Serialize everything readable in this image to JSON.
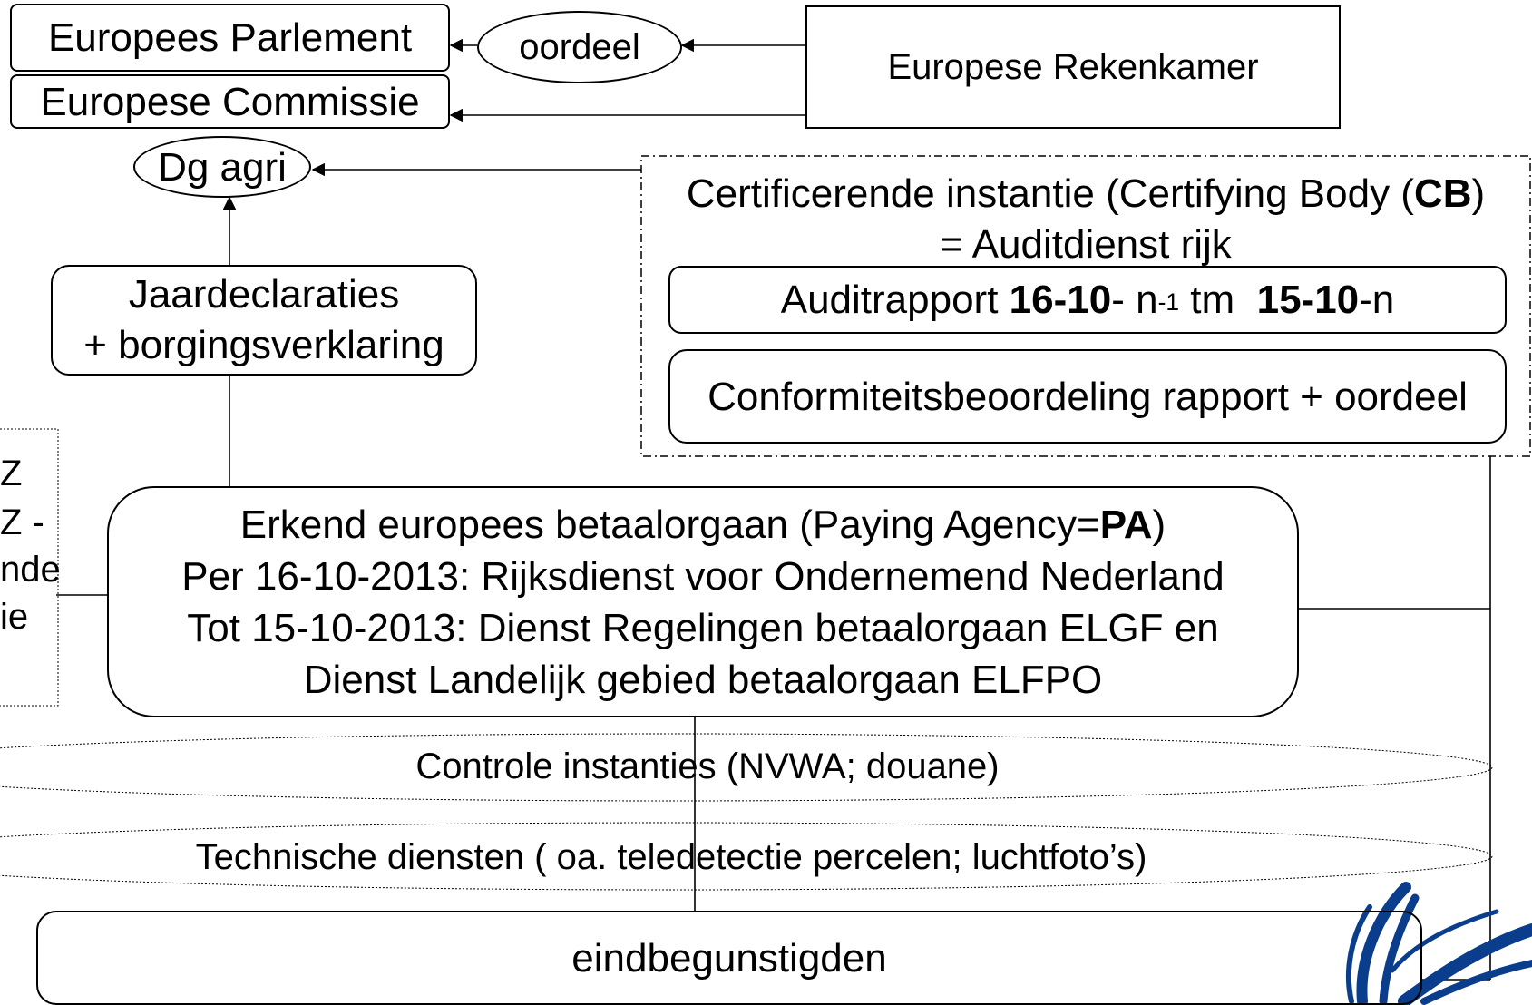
{
  "ep": "Europees Parlement",
  "ec": "Europese Commissie",
  "oordeel": "oordeel",
  "rekenkamer": "Europese Rekenkamer",
  "dgagri": "Dg agri",
  "cb": {
    "line1_pre": "Certificerende instantie (Certifying Body (",
    "line1_bold": "CB",
    "line1_post": ")",
    "line2": "= Auditdienst rijk"
  },
  "audit": {
    "a": "Auditrapport ",
    "b": "16-10",
    "c": "- n",
    "d": "-1",
    "e": " tm  ",
    "f": "15-10",
    "g": "-n"
  },
  "conform": "Conformiteitsbeoordeling rapport + oordeel",
  "jaar": {
    "line1": "Jaardeclaraties",
    "line2": "+ borgingsverklaring"
  },
  "pa": {
    "line1_pre": "Erkend europees betaalorgaan (Paying Agency=",
    "line1_bold": "PA",
    "line1_post": ")",
    "line2": "Per 16-10-2013: Rijksdienst voor Ondernemend Nederland",
    "line3": "Tot 15-10-2013: Dienst Regelingen betaalorgaan ELGF en",
    "line4": "Dienst Landelijk gebied betaalorgaan ELFPO"
  },
  "left_fragments": [
    "Z",
    "Z -",
    "nde",
    "ie"
  ],
  "controle": "Controle instanties (NVWA; douane)",
  "technische": "Technische diensten ( oa. teledetectie percelen; luchtfoto’s)",
  "eind": "eindbegunstigden"
}
